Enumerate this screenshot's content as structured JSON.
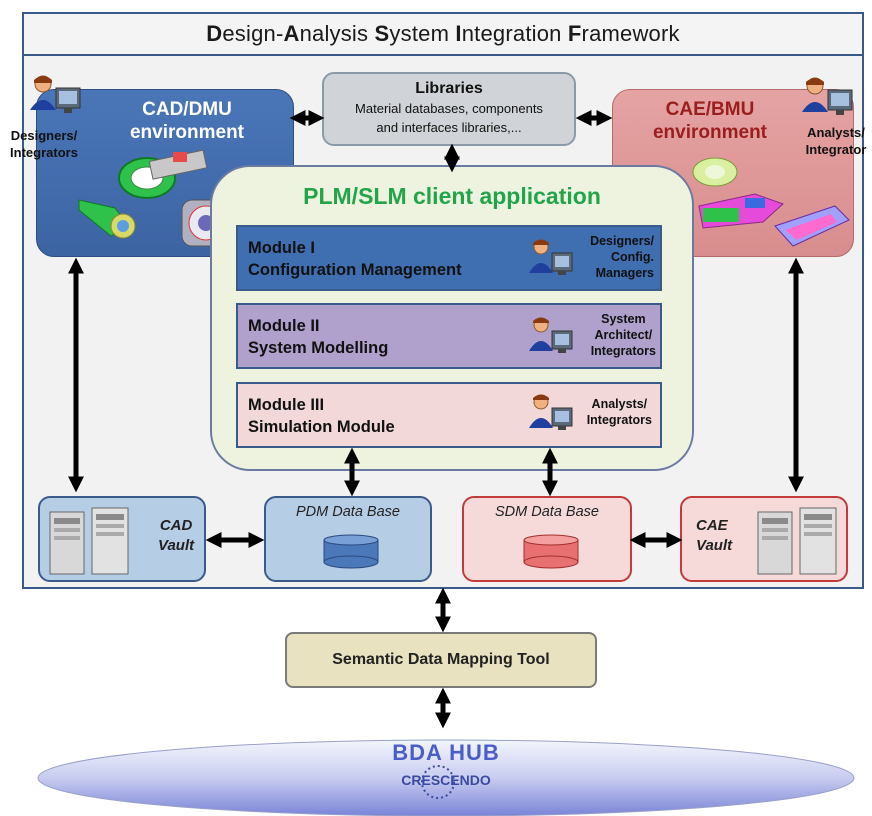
{
  "title": {
    "parts": [
      {
        "bold": "D",
        "rest": "esign-"
      },
      {
        "bold": "A",
        "rest": "nalysis "
      },
      {
        "bold": "S",
        "rest": "ystem "
      },
      {
        "bold": "I",
        "rest": "ntegration "
      },
      {
        "bold": "F",
        "rest": "ramework"
      }
    ]
  },
  "cad_env": {
    "title_line1": "CAD/DMU",
    "title_line2": "environment",
    "user_line1": "Designers/",
    "user_line2": "Integrators"
  },
  "cae_env": {
    "title_line1": "CAE/BMU",
    "title_line2": "environment",
    "user_line1": "Analysts/",
    "user_line2": "Integrator"
  },
  "libraries": {
    "title": "Libraries",
    "desc_line1": "Material databases, components",
    "desc_line2": "and interfaces libraries,..."
  },
  "plm": {
    "title": "PLM/SLM client application",
    "modules": [
      {
        "line1": "Module I",
        "line2": "Configuration Management",
        "role1": "Designers/",
        "role2": "Config.",
        "role3": "Managers"
      },
      {
        "line1": "Module II",
        "line2": "System Modelling",
        "role1": "System",
        "role2": "Architect/",
        "role3": "Integrators"
      },
      {
        "line1": "Module III",
        "line2": "Simulation Module",
        "role1": "Analysts/",
        "role2": "Integrators",
        "role3": ""
      }
    ]
  },
  "storage": {
    "cad_vault_line1": "CAD",
    "cad_vault_line2": "Vault",
    "pdm": "PDM Data Base",
    "sdm": "SDM Data Base",
    "cae_vault_line1": "CAE",
    "cae_vault_line2": "Vault"
  },
  "mapping_tool": "Semantic Data Mapping Tool",
  "hub": {
    "title": "BDA HUB",
    "logo_text": "CRESCENDO"
  },
  "colors": {
    "frame_border": "#3a5a8a",
    "cad_blue": "#3f6fb0",
    "cae_pink": "#e5a3a3",
    "plm_green": "#22a44a",
    "hub_blue": "#4a5ec8"
  }
}
